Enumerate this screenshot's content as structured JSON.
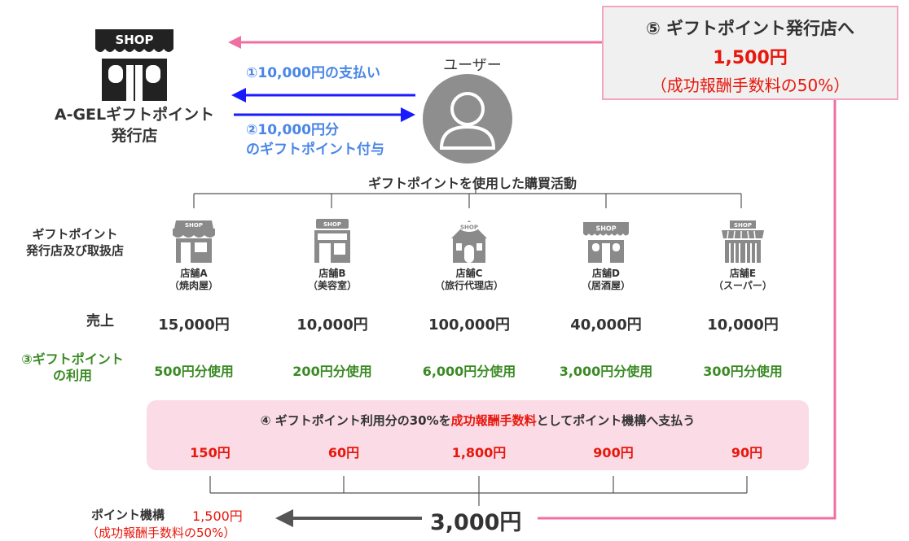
{
  "issuer": {
    "sign": "SHOP",
    "name_line1": "A-GELギフトポイント",
    "name_line2": "発行店"
  },
  "payments": {
    "step1": "①10,000円の支払い",
    "step2_line1": "②10,000円分",
    "step2_line2": "のギフトポイント付与"
  },
  "user": {
    "label": "ユーザー"
  },
  "notice": {
    "title": "⑤ ギフトポイント発行店へ",
    "amount": "1,500円",
    "note": "（成功報酬手数料の50%）"
  },
  "purchase_title": "ギフトポイントを使用した購買活動",
  "row_labels": {
    "stores_line1": "ギフトポイント",
    "stores_line2": "発行店及び取扱店",
    "sales": "売上",
    "usage_line1": "③ギフトポイント",
    "usage_line2": "の利用"
  },
  "stores": [
    {
      "sign": "SHOP",
      "name": "店舗A",
      "type": "（焼肉屋）",
      "sales": "15,000円",
      "used": "500円分使用",
      "fee": "150円"
    },
    {
      "sign": "SHOP",
      "name": "店舗B",
      "type": "（美容室）",
      "sales": "10,000円",
      "used": "200円分使用",
      "fee": "60円"
    },
    {
      "sign": "SHOP",
      "name": "店舗C",
      "type": "（旅行代理店）",
      "sales": "100,000円",
      "used": "6,000円分使用",
      "fee": "1,800円"
    },
    {
      "sign": "SHOP",
      "name": "店舗D",
      "type": "（居酒屋）",
      "sales": "40,000円",
      "used": "3,000円分使用",
      "fee": "900円"
    },
    {
      "sign": "SHOP",
      "name": "店舗E",
      "type": "（スーパー）",
      "sales": "10,000円",
      "used": "300円分使用",
      "fee": "90円"
    }
  ],
  "fee_box": {
    "prefix": "④ ギフトポイント利用分の30%を",
    "highlight": "成功報酬手数料",
    "suffix": "としてポイント機構へ支払う"
  },
  "org": {
    "label": "ポイント機構",
    "amount": "1,500円",
    "note": "（成功報酬手数料の50%）"
  },
  "total": "3,000円",
  "colors": {
    "pink_arrow": "#f06fa3",
    "blue_arrow": "#1a1aff",
    "red_text": "#e8170c",
    "green_text": "#3a8a24",
    "fee_box_bg": "#fadbe6",
    "icon_gray": "#8a8a8a"
  }
}
